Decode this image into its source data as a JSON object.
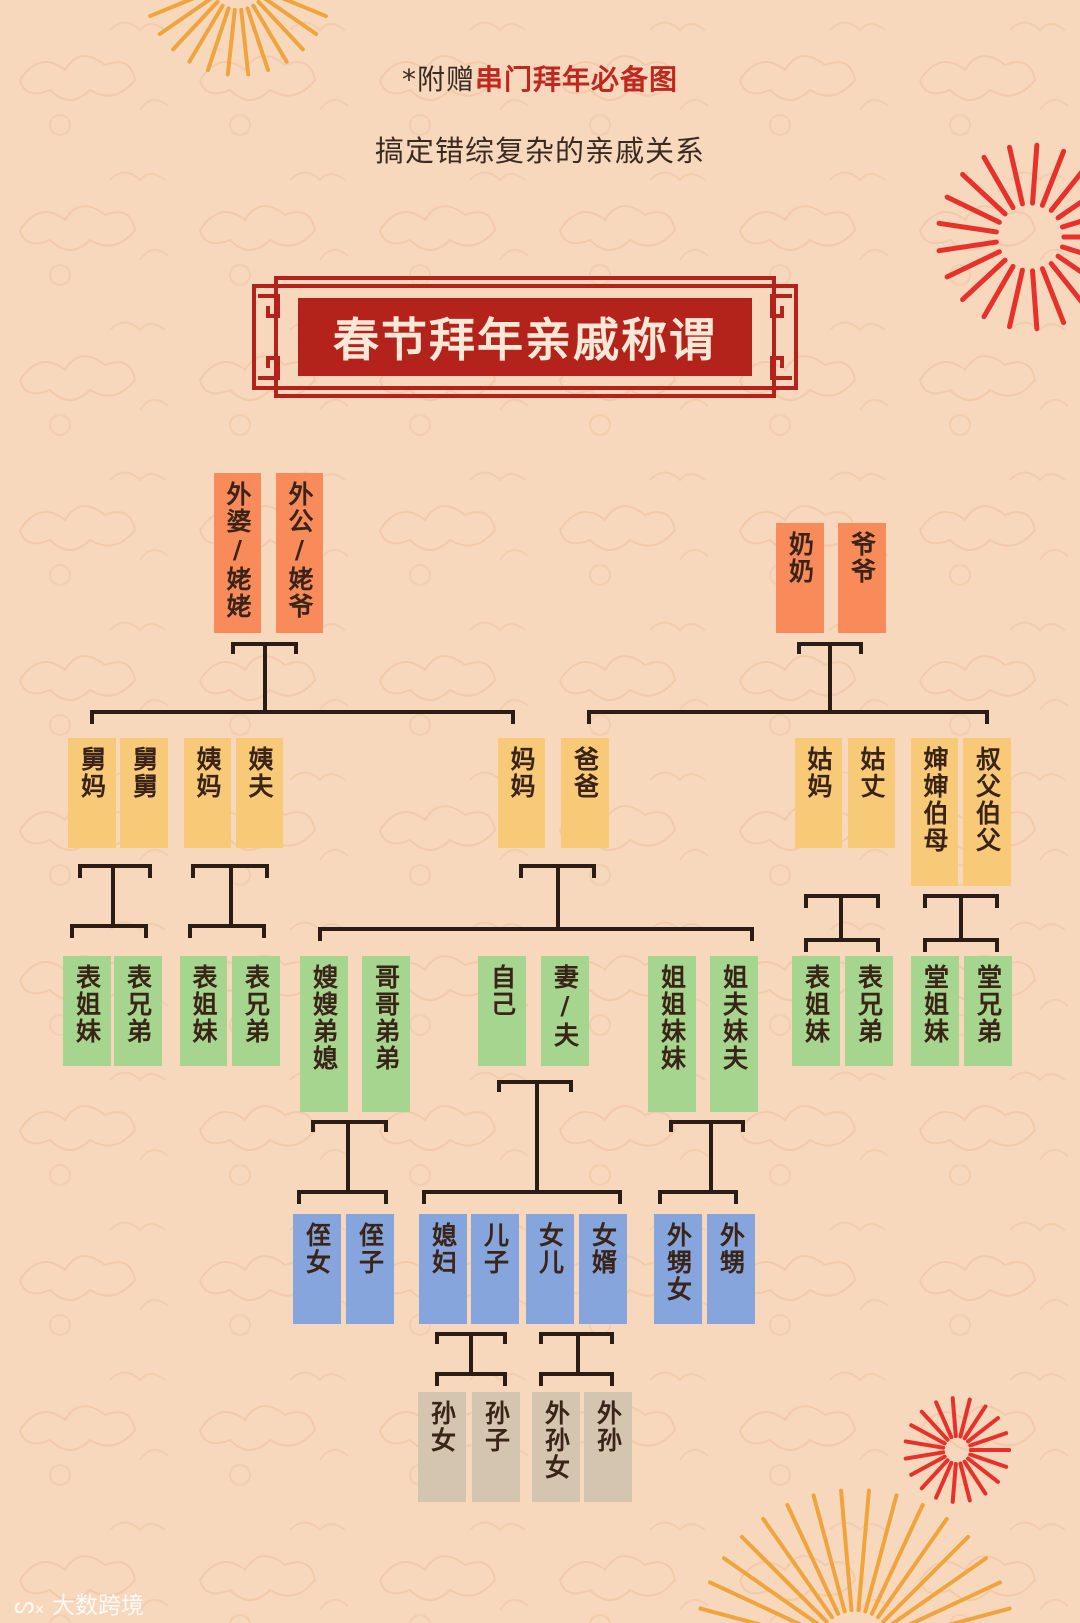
{
  "header": {
    "note_prefix": "*附赠",
    "note_highlight": "串门拜年必备图",
    "subtitle": "搞定错综复杂的亲戚关系"
  },
  "banner": {
    "title": "春节拜年亲戚称谓"
  },
  "colors": {
    "background": "#f7d8bd",
    "banner_red": "#b3231c",
    "grandparents": "#f98a5a",
    "parents_generation": "#f8c977",
    "own_generation": "#a5d58e",
    "children_generation": "#86a5dc",
    "grandchildren_generation": "#d4c5b0",
    "firework_red": "#e8312a",
    "firework_gold": "#f0a43c"
  },
  "cards": {
    "waipo": "外婆/姥姥",
    "waigong": "外公/姥爷",
    "nainai": "奶奶",
    "yeye": "爷爷",
    "jiuma": "舅妈",
    "jiujiu": "舅舅",
    "yima": "姨妈",
    "yifu": "姨夫",
    "mama": "妈妈",
    "baba": "爸爸",
    "guma": "姑妈",
    "guzhang": "姑丈",
    "shenshen": "婶婶伯母",
    "shufu": "叔父伯父",
    "biaojie1": "表姐妹",
    "biaoxiong1": "表兄弟",
    "biaojie2": "表姐妹",
    "biaoxiong2": "表兄弟",
    "saosao": "嫂嫂弟媳",
    "gege": "哥哥弟弟",
    "ziji": "自己",
    "qifu": "妻/夫",
    "jiejie": "姐姐妹妹",
    "jiefu": "姐夫妹夫",
    "biaojie3": "表姐妹",
    "biaoxiong3": "表兄弟",
    "tangjie": "堂姐妹",
    "tangxiong": "堂兄弟",
    "zhinv": "侄女",
    "zhizi": "侄子",
    "xifu": "媳妇",
    "erzi": "儿子",
    "nver": "女儿",
    "nvxu": "女婿",
    "waishengnv": "外甥女",
    "waisheng": "外甥",
    "sunnv": "孙女",
    "sunzi": "孙子",
    "waisunnv": "外孙女",
    "waisun": "外孙"
  },
  "watermark": {
    "text": "大数跨境"
  }
}
